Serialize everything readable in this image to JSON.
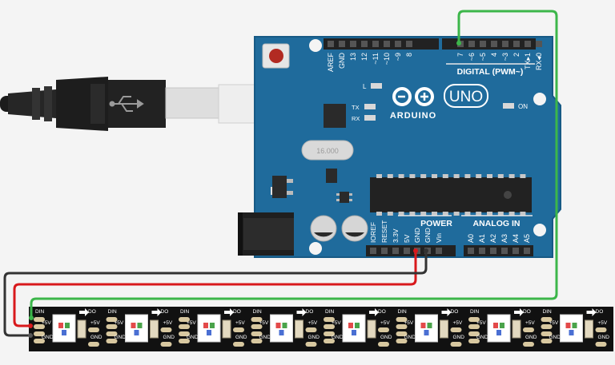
{
  "board": {
    "name": "ARDUINO",
    "model": "UNO",
    "digital_label": "DIGITAL (PWM~)",
    "power_label": "POWER",
    "analog_label": "ANALOG IN",
    "on_label": "ON",
    "led_l": "L",
    "led_tx": "TX",
    "led_rx": "RX",
    "crystal_label": "16.000",
    "digital_pins": [
      "AREF",
      "GND",
      "13",
      "12",
      "~11",
      "~10",
      "~9",
      "8",
      "7",
      "~6",
      "~5",
      "4",
      "~3",
      "2",
      "TX▸1",
      "RX◂0"
    ],
    "power_pins": [
      "IOREF",
      "RESET",
      "3.3V",
      "5V",
      "GND",
      "GND",
      "Vin"
    ],
    "analog_pins": [
      "A0",
      "A1",
      "A2",
      "A3",
      "A4",
      "A5"
    ]
  },
  "strip": {
    "din": "DIN",
    "do": "DO",
    "plus5v": "+5V",
    "gnd": "GND",
    "pixel_count": 8
  },
  "colors": {
    "board": "#1f6b9c",
    "board_edge": "#175a85",
    "wire_green": "#3cb64a",
    "wire_red": "#d8191c",
    "wire_black": "#333333",
    "strip": "#111111",
    "pad": "#d8c8a0"
  }
}
